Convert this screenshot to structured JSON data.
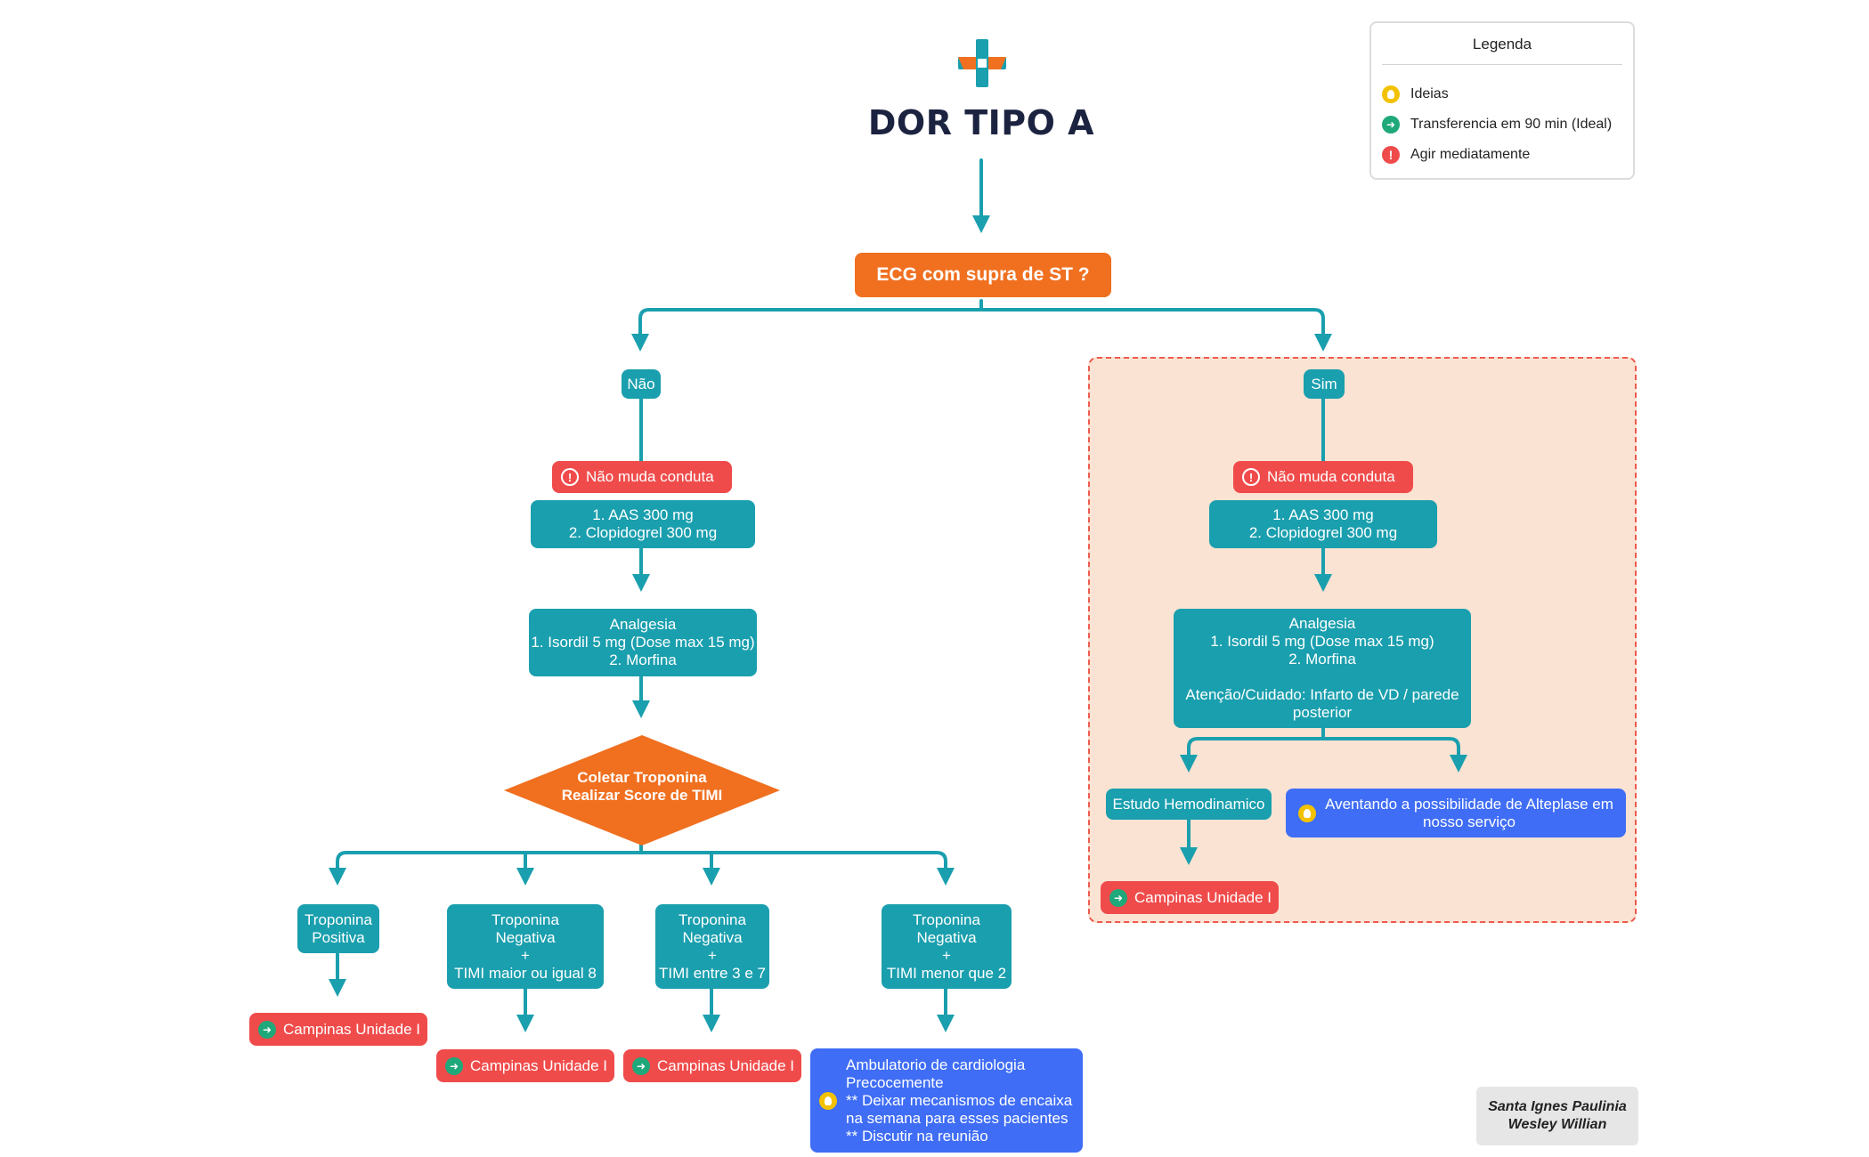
{
  "header": {
    "title": "DOR TIPO A",
    "logo_colors": {
      "teal": "#1a9fae",
      "orange": "#f07020"
    }
  },
  "legend": {
    "title": "Legenda",
    "items": [
      {
        "icon": "lightbulb-icon",
        "label": "Ideias"
      },
      {
        "icon": "running-person-icon",
        "label": "Transferencia em 90 min (Ideal)"
      },
      {
        "icon": "exclamation-icon",
        "label": "Agir mediatamente"
      }
    ]
  },
  "question": "ECG com supra de ST ?",
  "nao_branch": {
    "label": "Não",
    "alert": "Não muda conduta",
    "meds": [
      "1. AAS 300 mg",
      "2. Clopidogrel 300 mg"
    ],
    "analgesia": [
      "Analgesia",
      "1. Isordil 5 mg (Dose max 15 mg)",
      "2. Morfina"
    ],
    "decision": [
      "Coletar Troponina",
      "Realizar Score de TIMI"
    ],
    "outcomes": [
      {
        "lines": [
          "Troponina",
          "Positiva"
        ],
        "dest": "Campinas Unidade I"
      },
      {
        "lines": [
          "Troponina",
          "Negativa",
          "+",
          "TIMI maior ou igual 8"
        ],
        "dest": "Campinas Unidade I"
      },
      {
        "lines": [
          "Troponina",
          "Negativa",
          "+",
          "TIMI entre 3 e 7"
        ],
        "dest": "Campinas Unidade I"
      },
      {
        "lines": [
          "Troponina",
          "Negativa",
          "+",
          "TIMI menor que 2"
        ],
        "dest_lines": [
          "Ambulatorio de cardiologia",
          "Precocemente",
          "** Deixar mecanismos de encaixa",
          "na semana para esses pacientes",
          "** Discutir na reunião"
        ]
      }
    ]
  },
  "sim_branch": {
    "label": "Sim",
    "alert": "Não muda conduta",
    "meds": [
      "1. AAS 300 mg",
      "2. Clopidogrel 300 mg"
    ],
    "analgesia": [
      "Analgesia",
      "1. Isordil 5 mg (Dose max 15 mg)",
      "2. Morfina",
      "",
      "Atenção/Cuidado: Infarto de VD / parede",
      "posterior"
    ],
    "estudo": "Estudo Hemodinamico",
    "estudo_dest": "Campinas Unidade I",
    "alteplase": [
      "Aventando a possibilidade de Alteplase em",
      "nosso serviço"
    ],
    "panel_bg": "#fbe3d3",
    "panel_border": "#ee5a4f"
  },
  "authors": [
    "Santa Ignes Paulinia",
    "Wesley Willian"
  ],
  "colors": {
    "teal": "#1a9fae",
    "orange": "#f07020",
    "red": "#f04b4b",
    "blue": "#3f6df5",
    "title": "#1c2340"
  }
}
